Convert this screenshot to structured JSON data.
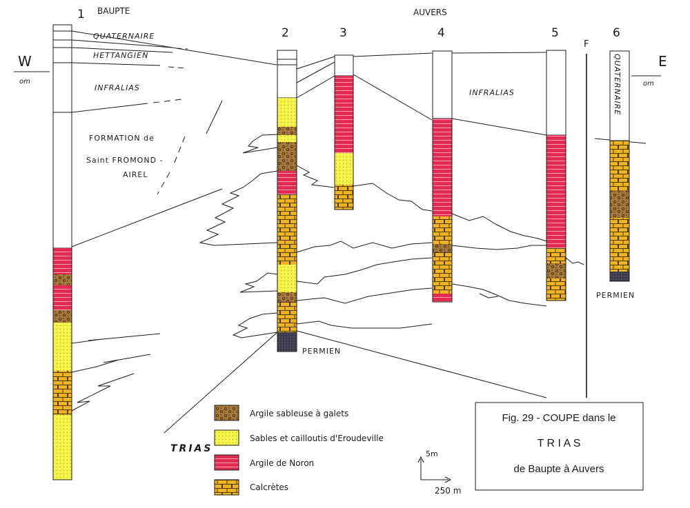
{
  "localities": {
    "west": "BAUPTE",
    "east": "AUVERS"
  },
  "directions": {
    "west": "W",
    "east": "E",
    "datum_left": "om",
    "datum_right": "om"
  },
  "wells": [
    "1",
    "2",
    "3",
    "4",
    "5",
    "6"
  ],
  "fault_label": "F",
  "formations": {
    "quaternaire": "QUATERNAIRE",
    "hettangien": "HETTANGIEN",
    "infralias": "INFRALIAS",
    "infralias_east": "INFRALIAS",
    "saint_fromond": [
      "FORMATION de",
      "Saint FROMOND -",
      "AIREL"
    ],
    "quaternaire_vertical": "QUATERNAIRE",
    "permien_center": "PERMIEN",
    "permien_right": "PERMIEN",
    "trias": "TRIAS"
  },
  "legend": {
    "items": [
      {
        "key": "argile_galets",
        "label": "Argile sableuse à galets",
        "color": "#a6793a"
      },
      {
        "key": "sables",
        "label": "Sables et cailloutis d'Eroudeville",
        "color": "#f4f44a"
      },
      {
        "key": "argile_noron",
        "label": "Argile de Noron",
        "color": "#e32b52"
      },
      {
        "key": "calcretes",
        "label": "Calcrètes",
        "color": "#f2b323"
      }
    ]
  },
  "scale": {
    "vertical": "5m",
    "horizontal": "250 m"
  },
  "caption": {
    "line1": "Fig. 29 - COUPE dans le",
    "line2": "T R I A S",
    "line3": "de Baupte à Auvers"
  },
  "colors": {
    "argile_galets": "#a6793a",
    "sables": "#f4f44a",
    "argile_noron": "#e32b52",
    "calcretes": "#f2b323",
    "permien": "#3a3a4a",
    "ink": "#1a1a1a"
  }
}
